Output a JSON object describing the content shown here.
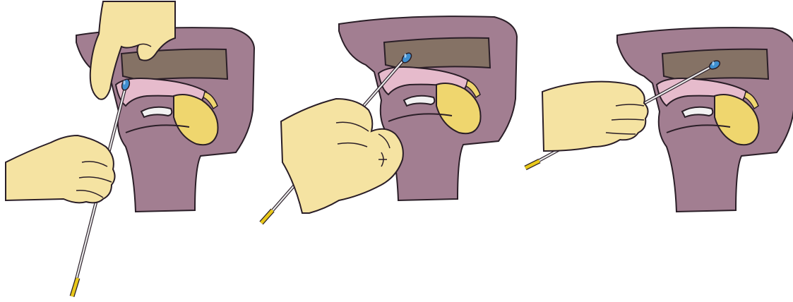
{
  "colors": {
    "background": "#ffffff",
    "head_tissue": "#a27e91",
    "outline": "#2a1e27",
    "bone_band": "#857265",
    "soft_palate": "#e6bbcc",
    "skin": "#f5e3a2",
    "fat_pad": "#efd66e",
    "swab_tip": "#3f8fd0",
    "swab_tip_highlight": "#9cc8ee",
    "shaft": "#e9e9ea",
    "handle": "#e8c81a",
    "cartilage": "#f2f2f2"
  },
  "panels": [
    {
      "id": "panel-1",
      "icon": "swab-insertion-step-1"
    },
    {
      "id": "panel-2",
      "icon": "swab-insertion-step-2"
    },
    {
      "id": "panel-3",
      "icon": "swab-insertion-step-3"
    }
  ]
}
